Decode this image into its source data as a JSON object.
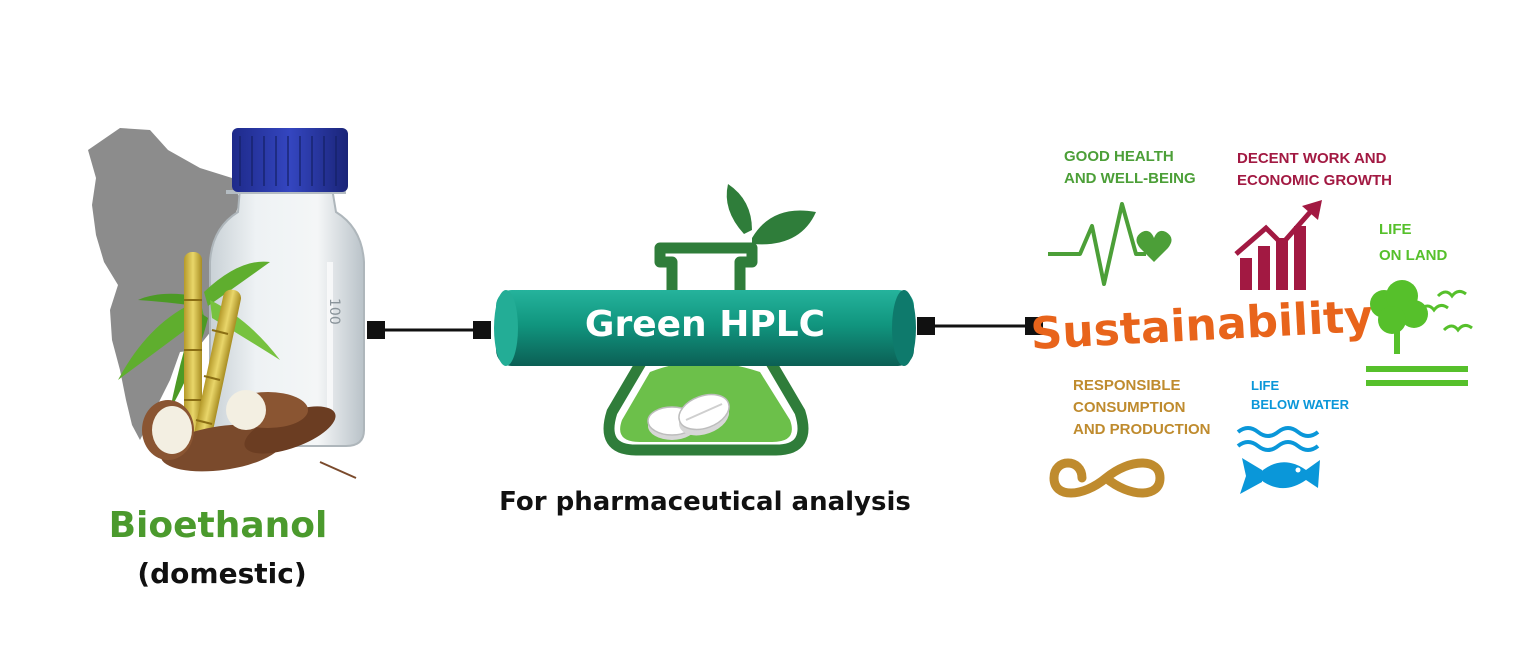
{
  "bioethanol": {
    "title": "Bioethanol",
    "subtitle": "(domestic)"
  },
  "hplc": {
    "column_label": "Green HPLC",
    "caption": "For pharmaceutical analysis"
  },
  "sustainability": {
    "word": "Sustainability",
    "goals": [
      {
        "line1": "GOOD HEALTH",
        "line2": "AND WELL-BEING",
        "line3": "",
        "icon": "heartbeat-icon",
        "color": "#4c9f38"
      },
      {
        "line1": "DECENT WORK AND",
        "line2": "ECONOMIC GROWTH",
        "line3": "",
        "icon": "growth-chart-icon",
        "color": "#a21942"
      },
      {
        "line1": "LIFE",
        "line2": "ON LAND",
        "line3": "",
        "icon": "tree-birds-icon",
        "color": "#56c02b"
      },
      {
        "line1": "RESPONSIBLE",
        "line2": "CONSUMPTION",
        "line3": "AND PRODUCTION",
        "icon": "infinity-loop-icon",
        "color": "#bf8b2e"
      },
      {
        "line1": "LIFE",
        "line2": "BELOW WATER",
        "line3": "",
        "icon": "fish-waves-icon",
        "color": "#0a97d9"
      }
    ]
  },
  "colors": {
    "bioethanol_green": "#4b9a2d",
    "hplc_teal": "#139c88",
    "flask_green": "#2f7d3a",
    "liquid_green": "#6cc04a",
    "sustainability_orange": "#e8641b",
    "connector": "#111111"
  }
}
